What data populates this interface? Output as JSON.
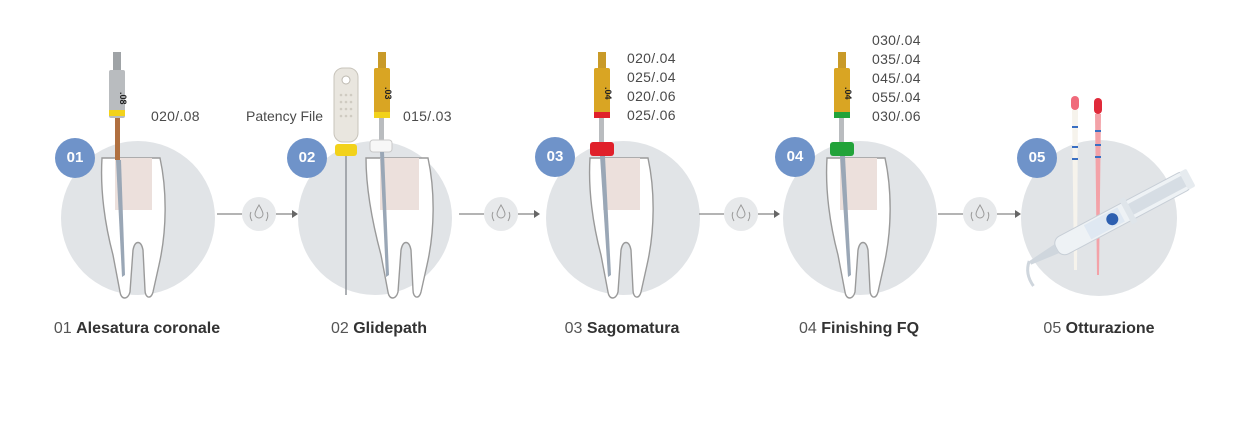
{
  "steps": [
    {
      "badge": "01",
      "number": "01",
      "title": "Alesatura coronale",
      "sizes": [
        "020/.08"
      ],
      "file_band": ".08",
      "ring_color": "#f2d21b"
    },
    {
      "badge": "02",
      "number": "02",
      "title": "Glidepath",
      "sizes": [
        "015/.03"
      ],
      "patency_label": "Patency File",
      "file_band": ".03",
      "ring_color": "#ffffff"
    },
    {
      "badge": "03",
      "number": "03",
      "title": "Sagomatura",
      "sizes": [
        "020/.04",
        "025/.04",
        "020/.06",
        "025/.06"
      ],
      "file_band": ".04",
      "ring_color": "#e0202a"
    },
    {
      "badge": "04",
      "number": "04",
      "title": "Finishing FQ",
      "sizes": [
        "030/.04",
        "035/.04",
        "045/.04",
        "055/.04",
        "030/.06"
      ],
      "file_band": ".04",
      "ring_color": "#22a33a"
    },
    {
      "badge": "05",
      "number": "05",
      "title": "Otturazione",
      "sizes": []
    }
  ],
  "colors": {
    "badge": "#6f93c9",
    "circle": "#e1e4e7",
    "gold": "#d9a523",
    "silver": "#b9bcbf"
  },
  "icons": [
    "irrigation-icon",
    "irrigation-icon",
    "irrigation-icon",
    "irrigation-icon"
  ]
}
